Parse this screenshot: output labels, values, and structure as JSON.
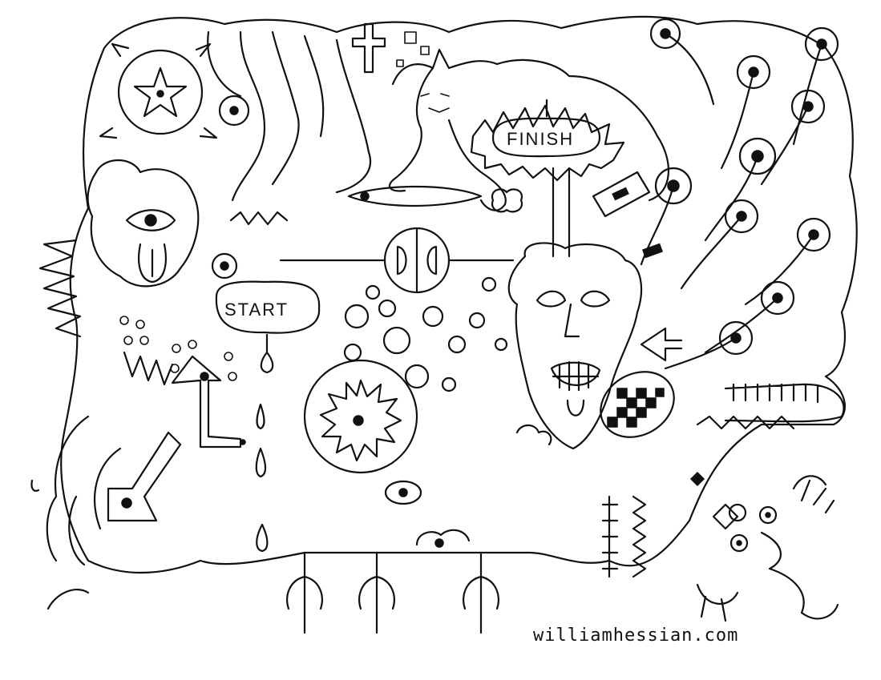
{
  "maze": {
    "start_label": "START",
    "finish_label": "FINISH"
  },
  "credit": {
    "text": "williamhessian.com"
  }
}
